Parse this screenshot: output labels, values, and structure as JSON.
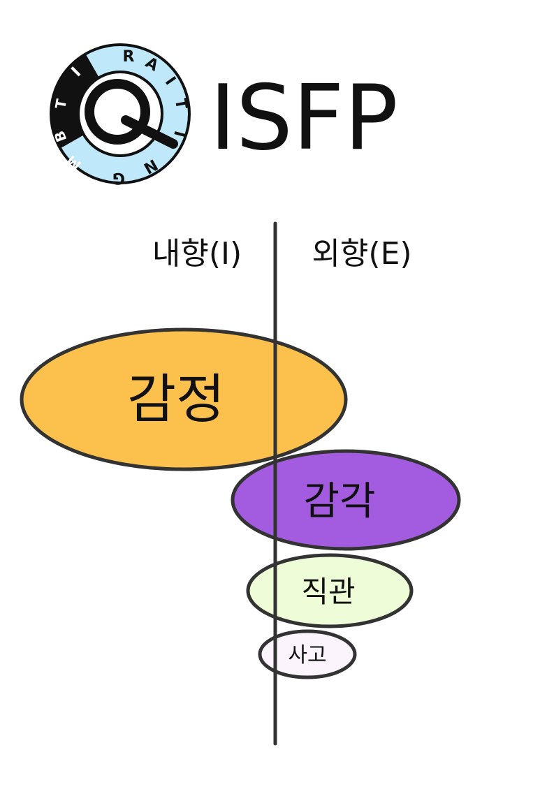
{
  "header": {
    "type_code": "ISFP",
    "logo": {
      "icon": "mbti-raiting-q-logo-icon",
      "ring_letters_light": [
        "R",
        "A",
        "I",
        "T",
        "I",
        "N",
        "G"
      ],
      "ring_letters_dark": [
        "M",
        "B",
        "T",
        "I"
      ],
      "center_letter": "Q",
      "colors": {
        "ring_light": "#bfe8fb",
        "ring_dark": "#111111"
      }
    }
  },
  "axis": {
    "left_label": "내향(I)",
    "right_label": "외향(E)",
    "line_color": "#333333"
  },
  "functions": [
    {
      "label": "감정",
      "attitude": "introverted",
      "rank": 1,
      "color": "#fcc14d"
    },
    {
      "label": "감각",
      "attitude": "extraverted",
      "rank": 2,
      "color": "#a35ce0"
    },
    {
      "label": "직관",
      "attitude": "extraverted",
      "rank": 3,
      "color": "#eefcd8"
    },
    {
      "label": "사고",
      "attitude": "extraverted",
      "rank": 4,
      "color": "#fbf4fd"
    }
  ]
}
